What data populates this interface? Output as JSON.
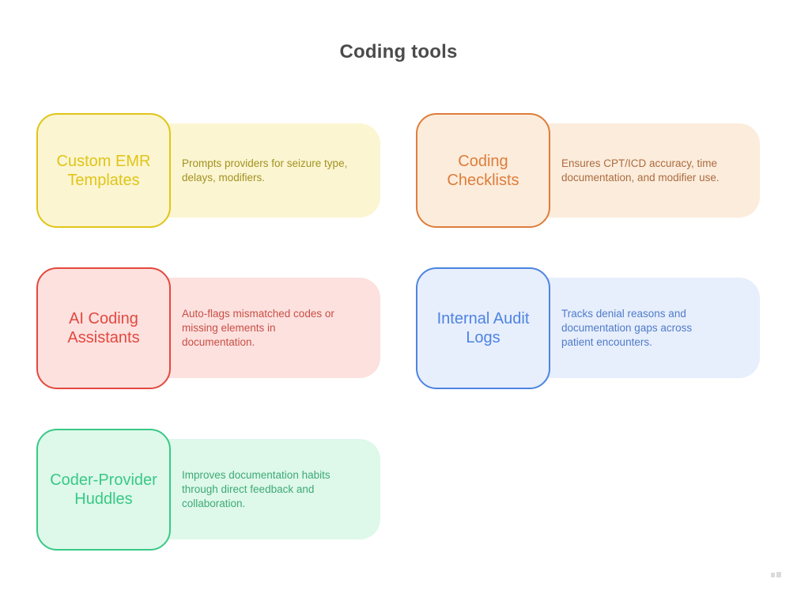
{
  "page": {
    "title": "Coding tools",
    "background_color": "#ffffff",
    "title_color": "#4b4b4b"
  },
  "cards": [
    {
      "title": "Custom EMR\nTemplates",
      "description": "Prompts providers for seizure type,\ndelays, modifiers.",
      "colors": {
        "main": "#e0c517",
        "background": "#fbf5d2",
        "description_text": "#a29220"
      }
    },
    {
      "title": "Coding\nChecklists",
      "description": "Ensures CPT/ICD accuracy, time\ndocumentation, and modifier use.",
      "colors": {
        "main": "#dd7d3c",
        "background": "#fcecdb",
        "description_text": "#aa6c41"
      }
    },
    {
      "title": "AI Coding\nAssistants",
      "description": "Auto-flags mismatched codes or\nmissing elements in\ndocumentation.",
      "colors": {
        "main": "#e4483e",
        "background": "#fce1df",
        "description_text": "#c94f45"
      }
    },
    {
      "title": "Internal Audit\nLogs",
      "description": "Tracks denial reasons and\ndocumentation gaps across\npatient encounters.",
      "colors": {
        "main": "#4d84e2",
        "background": "#e7eefc",
        "description_text": "#4f7cc9"
      }
    },
    {
      "title": "Coder-Provider\nHuddles",
      "description": "Improves documentation habits\nthrough direct feedback and\ncollaboration.",
      "colors": {
        "main": "#38c986",
        "background": "#def8ea",
        "description_text": "#3daa75"
      }
    }
  ],
  "watermark": {
    "icon": "faint-gray-watermark-mark"
  }
}
